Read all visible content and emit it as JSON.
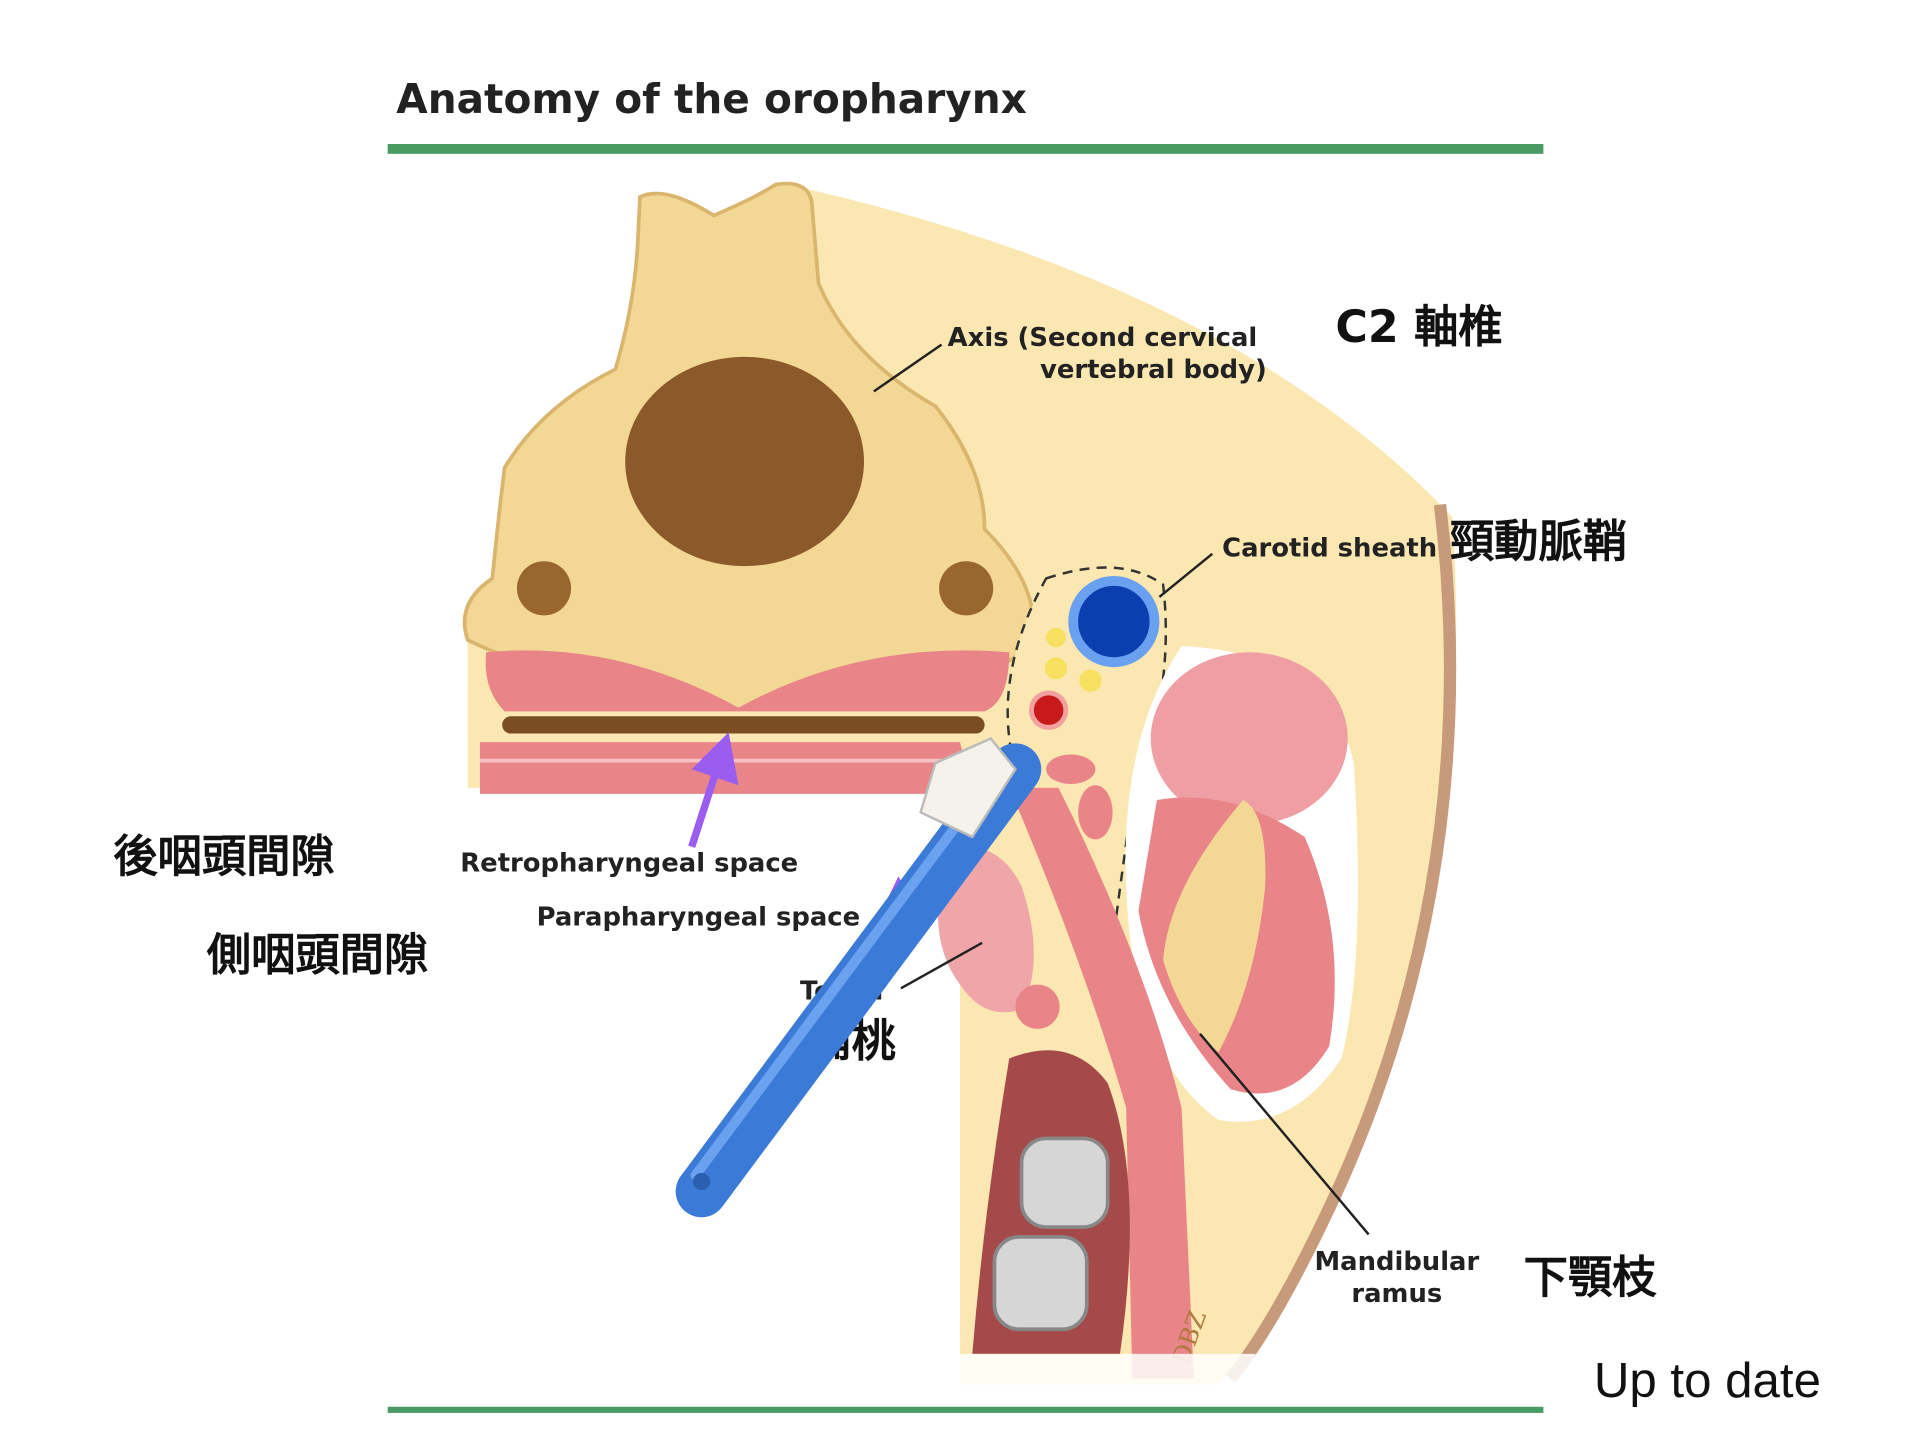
{
  "title": "Anatomy of the oropharynx",
  "labels": {
    "axis_line1": "Axis (Second cervical",
    "axis_line2": "vertebral body)",
    "carotid": "Carotid sheath",
    "retro": "Retropharyngeal space",
    "para": "Parapharyngeal space",
    "tonsil": "Tonsil",
    "mand_line1": "Mandibular",
    "mand_line2": "ramus",
    "signature": "DBZ"
  },
  "annotations": {
    "c2": "C2 軸椎",
    "carotid": "頸動脈鞘",
    "retro": "後咽頭間隙",
    "para": "側咽頭間隙",
    "tonsil": "扁桃",
    "mandible": "下顎枝",
    "source": "Up to date"
  },
  "colors": {
    "accent_line": "#4a9a64",
    "bone": "#f3d795",
    "cream": "#fbe7b2",
    "muscle": "#e98489",
    "brush": "#4a88e0",
    "arrow": "#9b5cf0"
  }
}
